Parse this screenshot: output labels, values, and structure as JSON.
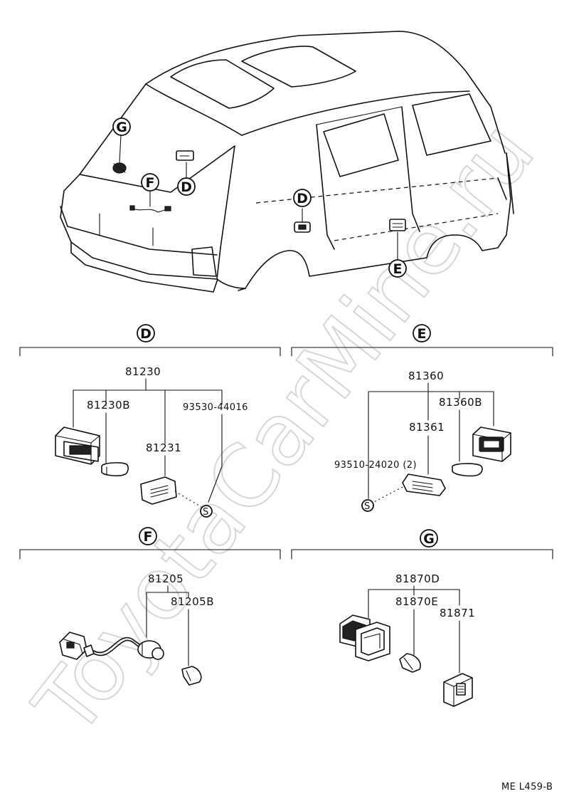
{
  "watermark": "ToyotaCarMine.ru",
  "overview": {
    "callouts": [
      "G",
      "F",
      "D",
      "D",
      "E"
    ]
  },
  "sections": {
    "D": {
      "label": "D",
      "parent": "81230",
      "parts": [
        "81230B",
        "81231",
        "93530-44016"
      ],
      "screw_symbol": "S"
    },
    "E": {
      "label": "E",
      "parent": "81360",
      "parts": [
        "81360B",
        "81361",
        "93510-24020 (2)"
      ],
      "screw_symbol": "S"
    },
    "F": {
      "label": "F",
      "parent": "81205",
      "parts": [
        "81205B"
      ]
    },
    "G": {
      "label": "G",
      "parent": "81870D",
      "parts": [
        "81870E",
        "81871"
      ]
    }
  },
  "footer": {
    "code": "ME L459-B"
  }
}
